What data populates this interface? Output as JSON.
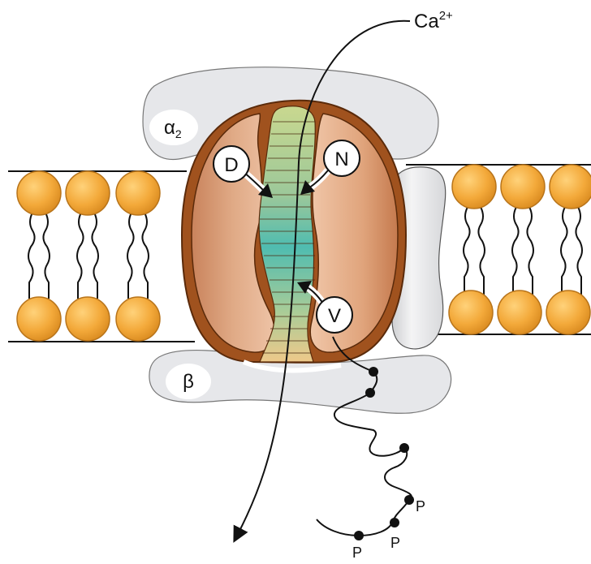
{
  "ion": {
    "base": "Ca",
    "charge": "2+"
  },
  "subunits": {
    "alpha2": {
      "symbol": "α",
      "subscript": "2"
    },
    "beta": {
      "symbol": "β"
    }
  },
  "sites": {
    "d": "D",
    "n": "N",
    "v": "V"
  },
  "phosphate": "P",
  "colors": {
    "lipid_head": "#f3a93a",
    "lipid_head_edge": "#b8741a",
    "subunit_fill": "#e6e7ea",
    "channel_outer": "#a0521e",
    "channel_inner": "#d99a74",
    "pore_gradient": [
      "#c2d48a",
      "#5fbfae",
      "#e8c98a"
    ]
  }
}
